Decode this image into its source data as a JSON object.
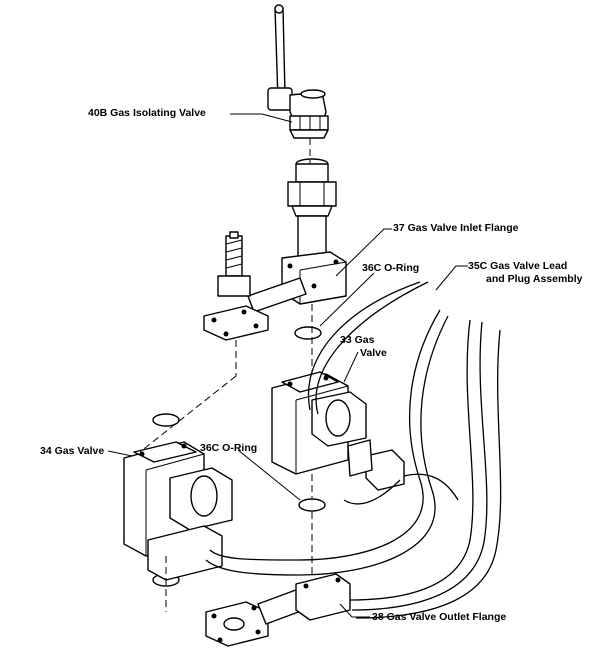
{
  "labels": {
    "isolating_valve": "40B  Gas Isolating Valve",
    "inlet_flange": "37  Gas Valve Inlet Flange",
    "oring_upper": "36C  O-Ring",
    "lead_plug_line1": "35C  Gas Valve Lead",
    "lead_plug_line2": "and Plug Assembly",
    "gas_valve_33_line1": "33  Gas",
    "gas_valve_33_line2": "Valve",
    "gas_valve_34": "34  Gas Valve",
    "oring_lower": "36C  O-Ring",
    "outlet_flange": "38  Gas Valve Outlet Flange"
  },
  "colors": {
    "line": "#000000",
    "background": "#ffffff"
  }
}
